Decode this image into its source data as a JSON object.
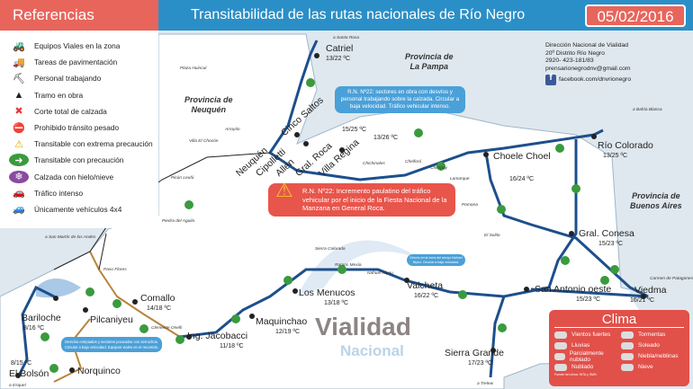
{
  "header": {
    "references_title": "Referencias",
    "title": "Transitabilidad de las rutas nacionales de Río Negro",
    "date": "05/02/2016"
  },
  "legend": [
    {
      "icon": "road-machinery-icon",
      "label": "Equipos Viales en la zona"
    },
    {
      "icon": "paving-truck-icon",
      "label": "Tareas de pavimentación"
    },
    {
      "icon": "worker-icon",
      "label": "Personal trabajando"
    },
    {
      "icon": "traffic-cone-icon",
      "label": "Tramo en obra"
    },
    {
      "icon": "red-x-icon",
      "label": "Corte total de calzada"
    },
    {
      "icon": "no-heavy-traffic-icon",
      "label": "Prohibido tránsito pesado"
    },
    {
      "icon": "warning-triangle-icon",
      "label": "Transitable con extrema precaución"
    },
    {
      "icon": "green-arrow-icon",
      "label": "Transitable con precaución"
    },
    {
      "icon": "snowflake-icon",
      "label": "Calzada con hielo/nieve"
    },
    {
      "icon": "cars-icon",
      "label": "Tráfico intenso"
    },
    {
      "icon": "quad-4x4-icon",
      "label": "Únicamente vehículos 4x4"
    }
  ],
  "contact": {
    "line1": "Dirección Nacional de Vialidad",
    "line2": "20º Distrito Río Negro",
    "phone": "2920- 423-181/83",
    "email": "prensarionegrodnv@gmail.com",
    "facebook": "facebook.com/dnvrionegro"
  },
  "provinces": {
    "neuquen": "Provincia de\nNeuquén",
    "la_pampa": "Provincia de\nLa Pampa",
    "buenos_aires": "Provincia de\nBuenos Aires"
  },
  "towns": [
    {
      "name": "Catriel",
      "temp": "13/22 ºC"
    },
    {
      "name": "Cinco Saltos",
      "temp": "15/25 ºC"
    },
    {
      "name": "Neuquén",
      "temp": ""
    },
    {
      "name": "Cipolletti",
      "temp": ""
    },
    {
      "name": "Allen",
      "temp": ""
    },
    {
      "name": "Gral. Roca",
      "temp": ""
    },
    {
      "name": "Villa Regina",
      "temp": "13/26 ºC"
    },
    {
      "name": "Choele Choel",
      "temp": "16/24 ºC"
    },
    {
      "name": "Río Colorado",
      "temp": "13/25 ºC"
    },
    {
      "name": "Gral. Conesa",
      "temp": "15/23 ºC"
    },
    {
      "name": "San Antonio oeste",
      "temp": "15/23 ºC"
    },
    {
      "name": "Viedma",
      "temp": "16/21 ºC"
    },
    {
      "name": "Valcheta",
      "temp": "16/22 ºC"
    },
    {
      "name": "Los Menucos",
      "temp": "13/18 ºC"
    },
    {
      "name": "Maquinchao",
      "temp": "12/19 ºC"
    },
    {
      "name": "Ing. Jacobacci",
      "temp": "11/18 ºC"
    },
    {
      "name": "Comallo",
      "temp": "14/18 ºC"
    },
    {
      "name": "Pilcaniyeu",
      "temp": ""
    },
    {
      "name": "Bariloche",
      "temp": "8/16 ºC"
    },
    {
      "name": "El Bolsón",
      "temp": "8/15 ºC"
    },
    {
      "name": "Norquinco",
      "temp": ""
    },
    {
      "name": "Sierra Grande",
      "temp": "17/23 ºC"
    }
  ],
  "places": [
    "a Santa Rosa",
    "Plaza Huincul",
    "Arroyito",
    "Villa El Chocón",
    "Picún Leufú",
    "Piedra del Aguila",
    "a San Martín de los Andes",
    "Paso Flores",
    "Clemente Onelli",
    "Sierra Colorada",
    "Ramos Mexía",
    "Nahuel Niyeu",
    "Chichinales",
    "Chelforó",
    "Chimpay",
    "Lamarque",
    "Pomona",
    "El Solito",
    "a Bahía Blanca",
    "Carmen de Patagones",
    "a Esquel",
    "a Trelew"
  ],
  "notes": {
    "rn22_works": "R.N. Nº22: sectores en obra con desvíos y personal trabajando sobre la calzada. Circular a baja velocidad. Tráfico vehicular intenso.",
    "rn22_traffic": "R.N. Nº22: Incremento paulatino del tráfico vehicular por el inicio de la Fiesta Nacional de la Manzana en General Roca.",
    "valcheta": "Desvío en la zona del arroyo Nahuel Niyeu. Circular a baja velocidad.",
    "pilcaniyeu": "Desvíos enripiados y sectores poceados con serruchos. Circular a baja velocidad. Equipos viales en el recorrido."
  },
  "logo": {
    "line1": "Vialidad",
    "line2": "Nacional"
  },
  "clima": {
    "title": "Clima",
    "items": [
      "Vientos fuertes",
      "Tormentas",
      "Lluvias",
      "Soleado",
      "Parcialmente nublado",
      "Niebla/neblinas",
      "Nublado",
      "Nieve"
    ],
    "source": "Fuente del clima: INTA y SMN"
  },
  "colors": {
    "header_red": "#e8655b",
    "header_blue": "#2b8fc7",
    "route_national": "#1d4f8c",
    "route_gravel": "#b8843a",
    "safe_arrow": "#3a9a3e"
  }
}
